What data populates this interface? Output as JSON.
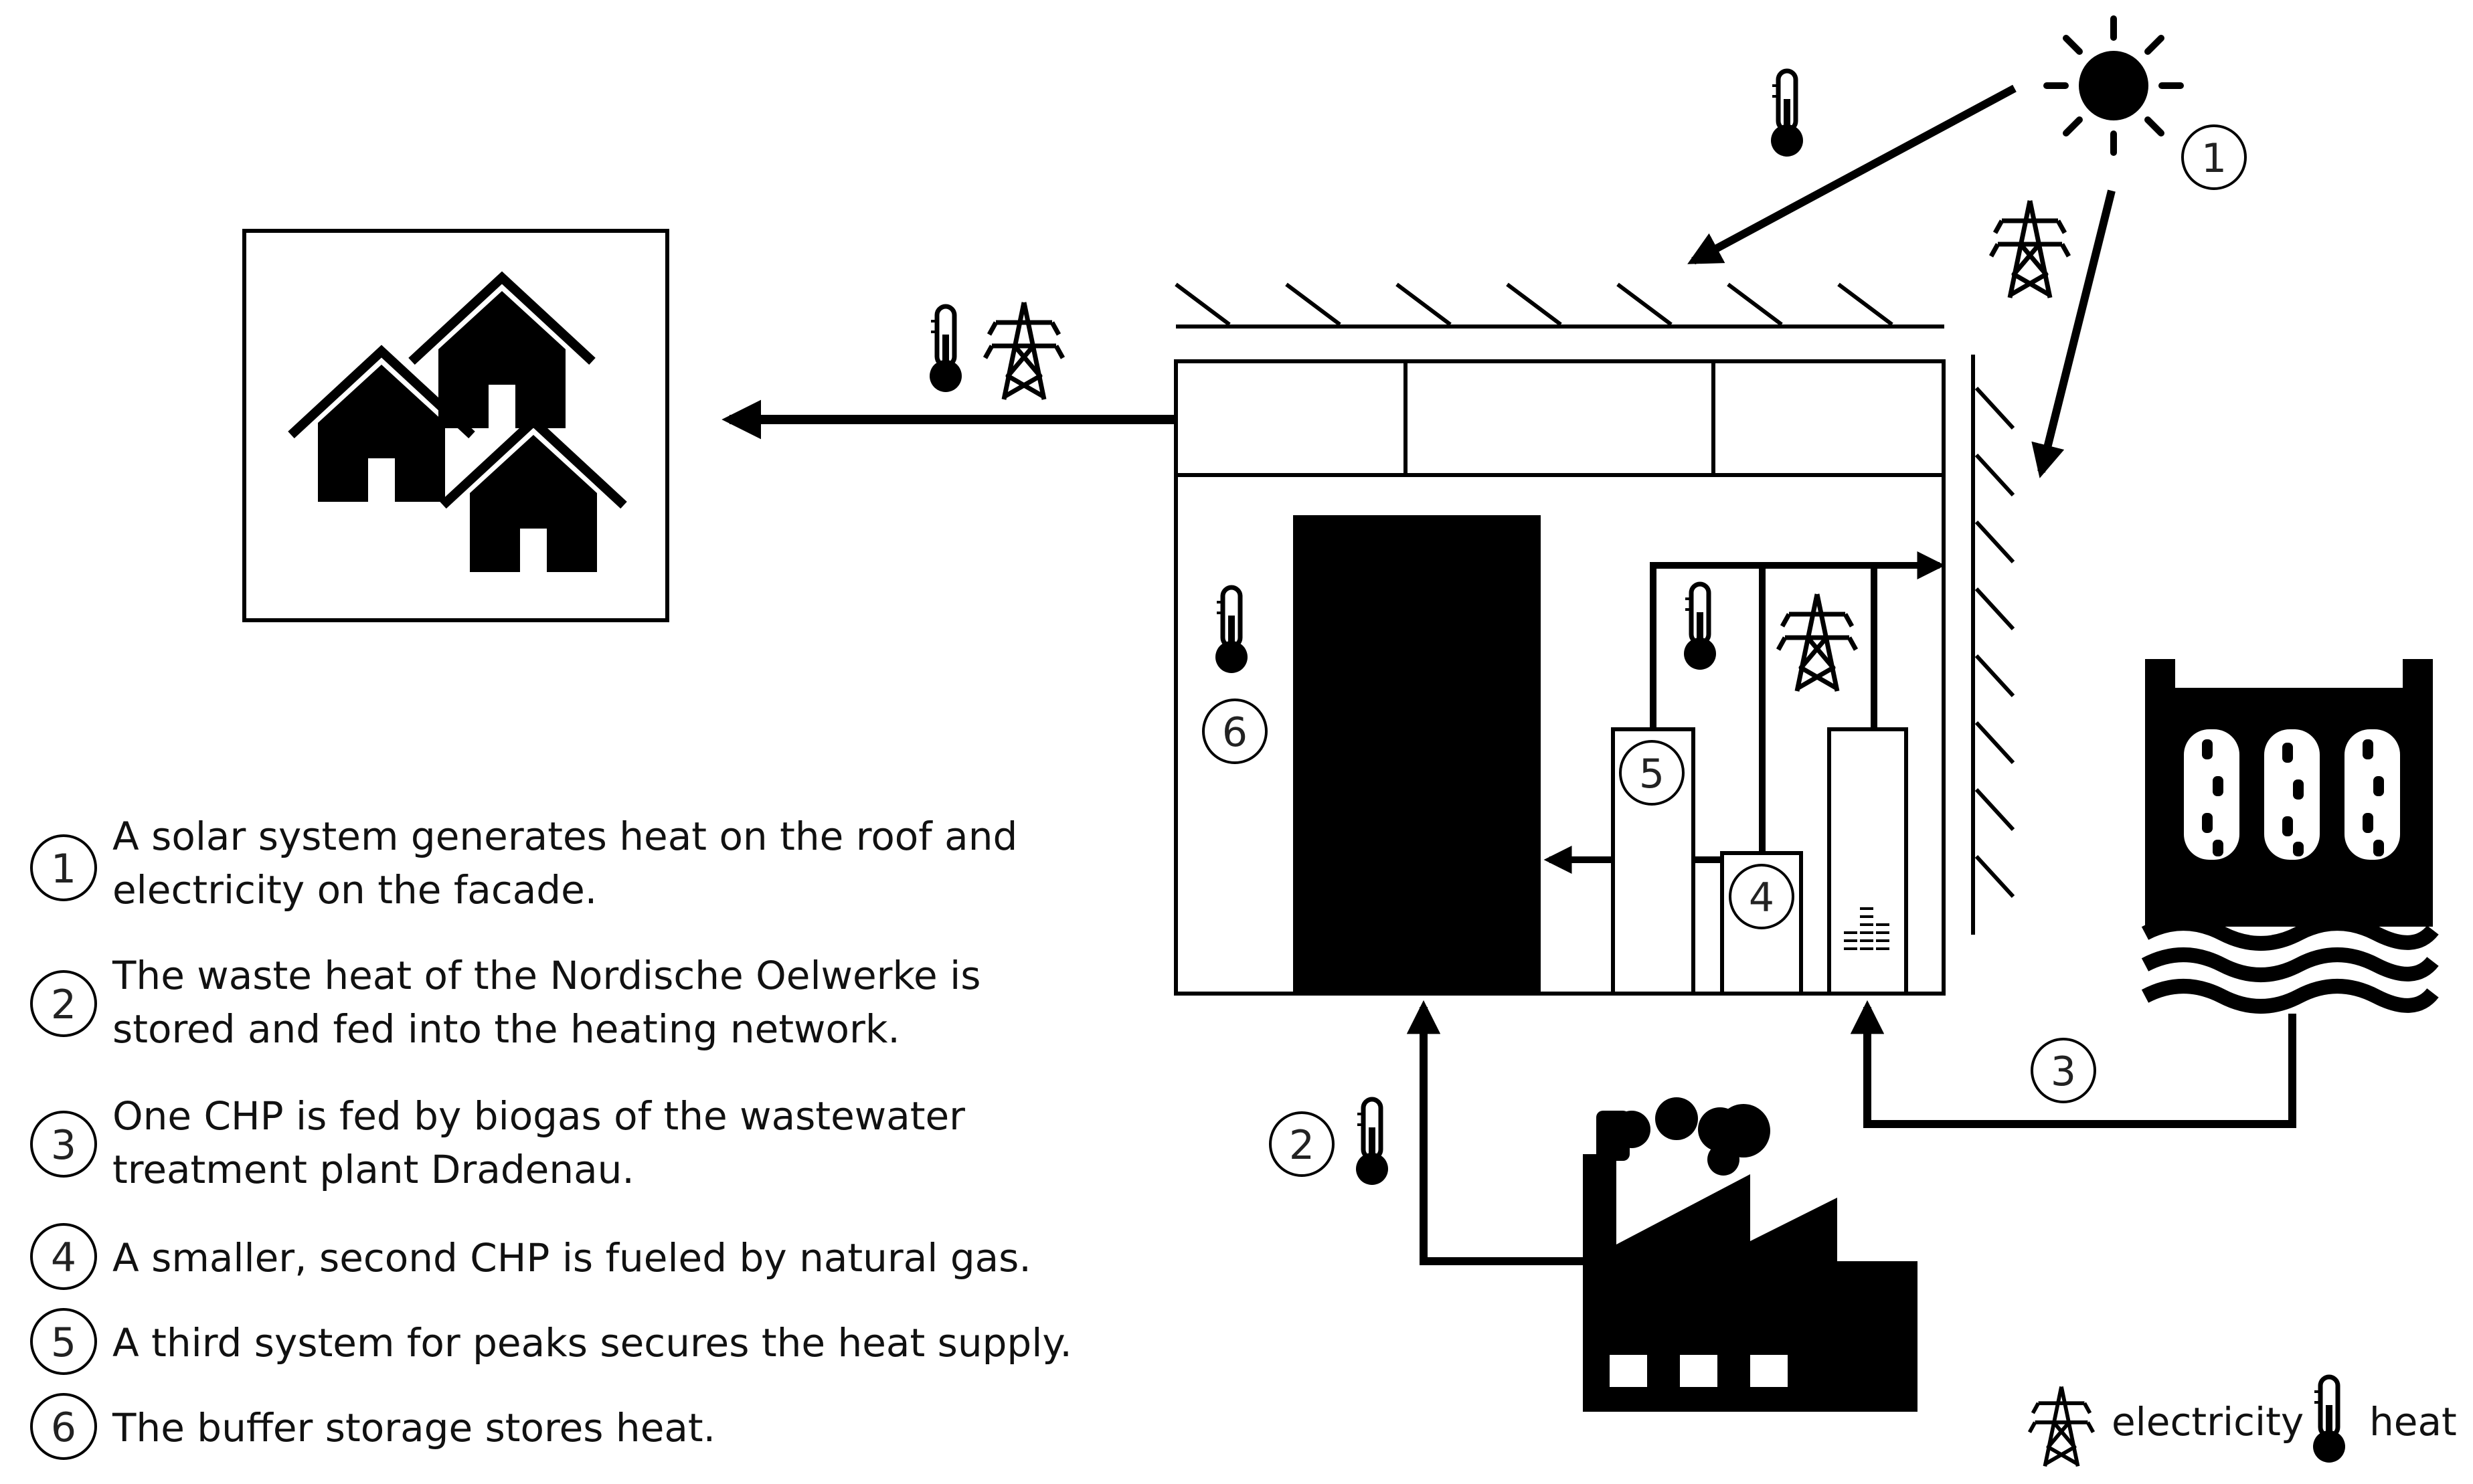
{
  "legend_items": [
    {
      "number": "1",
      "text_line1": "A solar system generates heat on the roof and",
      "text_line2": "electricity on the facade."
    },
    {
      "number": "2",
      "text_line1": "The waste heat of the Nordische Oelwerke is",
      "text_line2": "stored and fed into the heating network."
    },
    {
      "number": "3",
      "text_line1": "One CHP is fed by biogas of the wastewater",
      "text_line2": "treatment plant Dradenau."
    },
    {
      "number": "4",
      "text_line1": "A smaller, second CHP is fueled by natural gas.",
      "text_line2": ""
    },
    {
      "number": "5",
      "text_line1": "A third system for peaks secures the heat supply.",
      "text_line2": ""
    },
    {
      "number": "6",
      "text_line1": "The buffer storage stores heat.",
      "text_line2": ""
    }
  ],
  "key": {
    "electricity": "electricity",
    "heat": "heat"
  },
  "markers": {
    "sun": "1",
    "factory": "2",
    "wastewater": "3",
    "chp_small": "4",
    "peak": "5",
    "buffer": "6"
  },
  "icons": {
    "electricity": "pylon-icon",
    "heat": "thermometer-icon"
  },
  "colors": {
    "ink": "#000000",
    "background": "#ffffff"
  }
}
